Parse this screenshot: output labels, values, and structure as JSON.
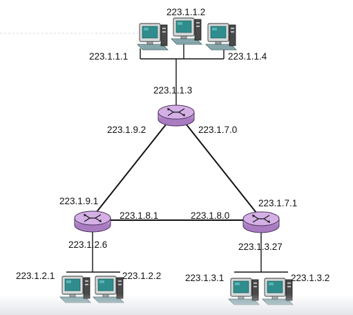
{
  "labels": {
    "host_top_left": "223.1.1.1",
    "host_top_center": "223.1.1.2",
    "host_top_right": "223.1.1.4",
    "router_top_subnet": "223.1.1.3",
    "router_top_left_link": "223.1.9.2",
    "router_top_right_link": "223.1.7.0",
    "router_left_top_link": "223.1.9.1",
    "router_left_middle_link": "223.1.8.1",
    "router_right_middle_link": "223.1.8.0",
    "router_right_top_link": "223.1.7.1",
    "router_left_subnet": "223.1.2.6",
    "router_right_subnet": "223.1.3.27",
    "host_bottom_left_1": "223.1.2.1",
    "host_bottom_left_2": "223.1.2.2",
    "host_bottom_right_1": "223.1.3.1",
    "host_bottom_right_2": "223.1.3.2"
  },
  "colors": {
    "router_fill": "#c9a0dc",
    "router_stroke": "#7a4f8c",
    "link": "#111111",
    "monitor_body": "#c8cfcf",
    "screen": "#2e8f8f",
    "keyboard": "#8fb0b5",
    "tower": "#3a3a3a"
  },
  "icons": {
    "router": "router-icon",
    "host": "desktop-computer-icon"
  }
}
